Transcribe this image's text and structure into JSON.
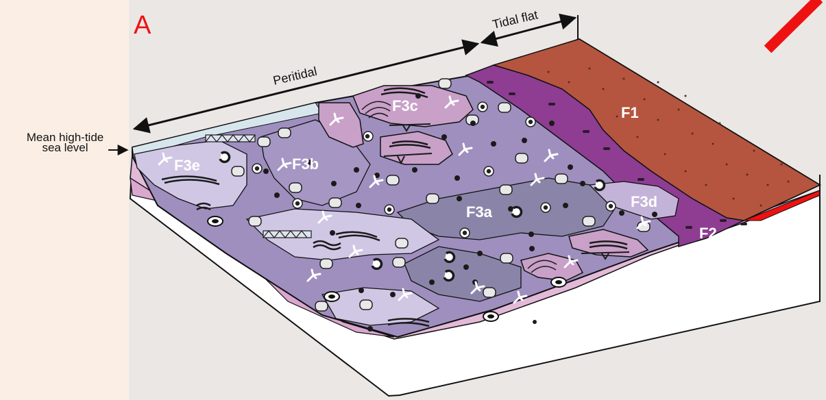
{
  "figure": {
    "panel_letter": "A",
    "labels": {
      "tidal_flat": "Tidal flat",
      "peritidal": "Peritidal",
      "mean_high_tide_line1": "Mean high-tide",
      "mean_high_tide_line2": "sea level"
    },
    "facies": {
      "f1": "F1",
      "f2": "F2",
      "f3a": "F3a",
      "f3b": "F3b",
      "f3c": "F3c",
      "f3d": "F3d",
      "f3e": "F3e"
    },
    "colors": {
      "f1": "#b5553f",
      "f2": "#8e3d93",
      "f3_base": "#9f8fbf",
      "f3a": "#8a85a8",
      "f3b": "#a596c4",
      "f3c": "#c8a0c8",
      "f3d": "#c4b3d8",
      "f3e": "#cfc7e4",
      "water": "#d7e6ec",
      "accent": "#ee1111"
    }
  }
}
